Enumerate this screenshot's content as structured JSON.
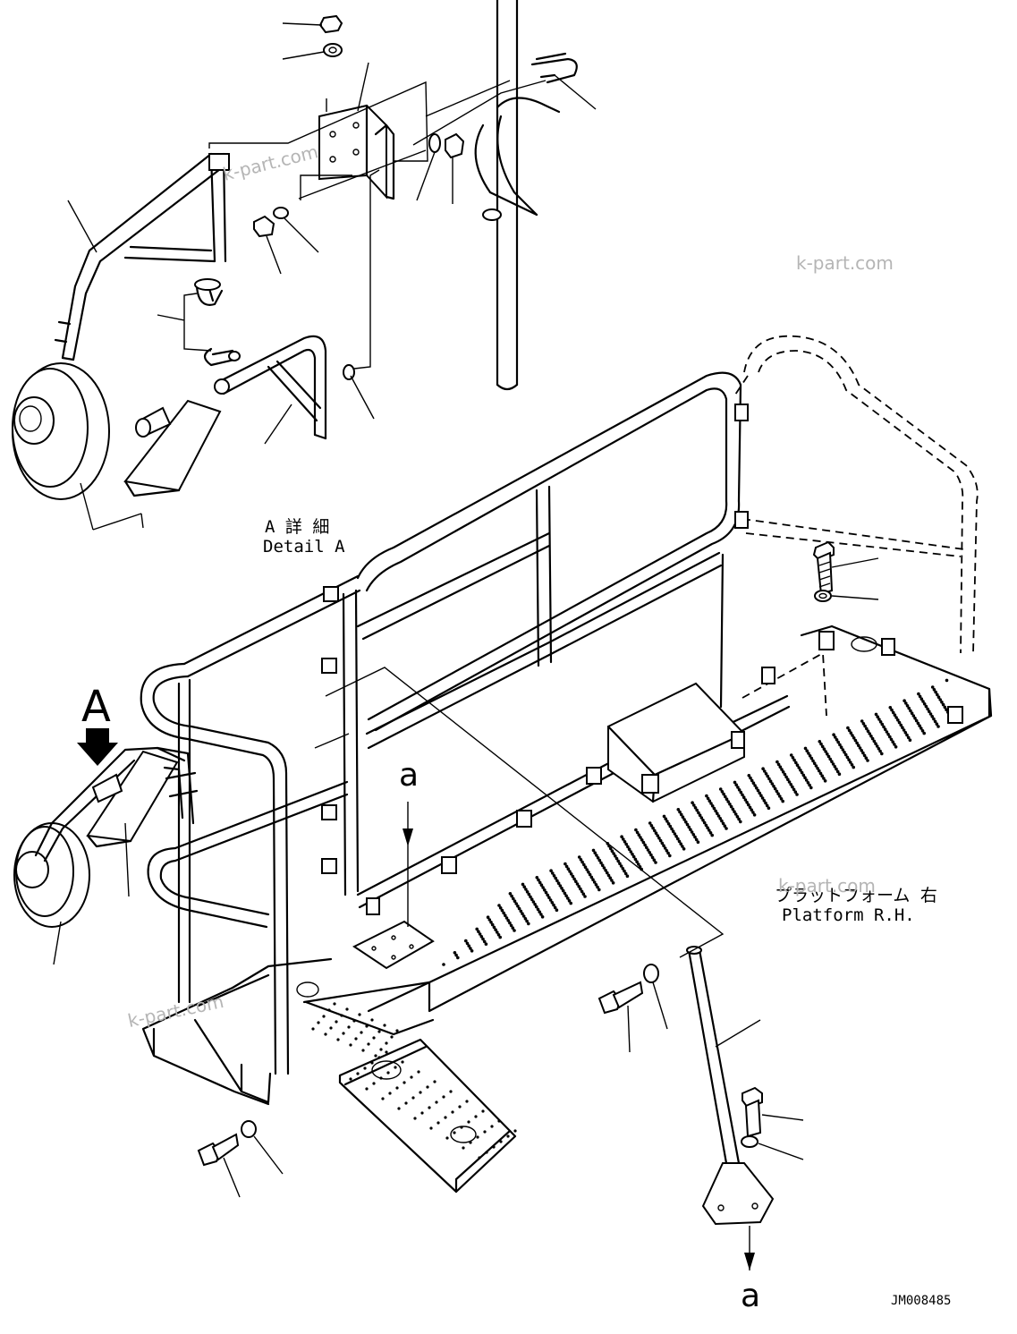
{
  "detail_label": {
    "ja": "A 詳 細",
    "en": "Detail A"
  },
  "platform_label": {
    "ja": "プラットフォーム 右",
    "en": "Platform R.H."
  },
  "view_arrow": "A",
  "section_marker_top": "a",
  "section_marker_bottom": "a",
  "drawing_number": "JM008485",
  "watermark": "k-part.com"
}
